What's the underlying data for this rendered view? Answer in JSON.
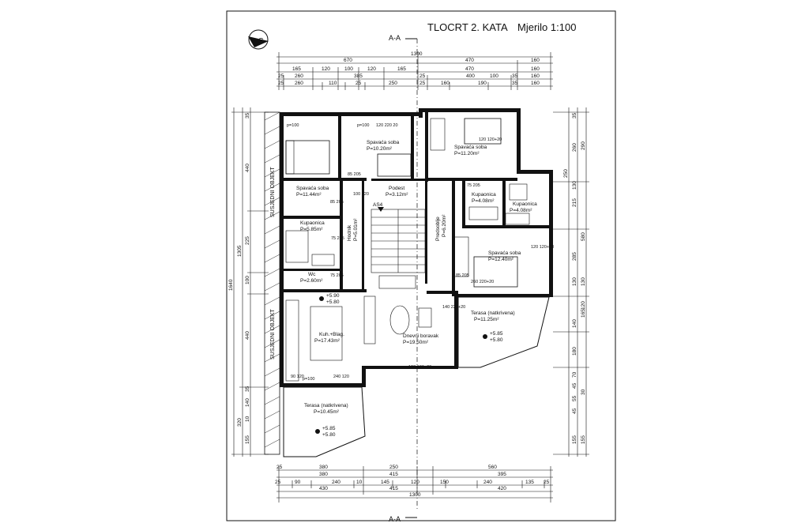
{
  "title": "TLOCRT 2. KATA",
  "scale": "Mjerilo 1:100",
  "section_top": "A-A",
  "section_bottom": "A-A",
  "north_symbol": "S",
  "top_dims": {
    "total": "1300",
    "row1": [
      "670",
      "470",
      "160"
    ],
    "row2": [
      "165",
      "120",
      "100",
      "120",
      "165",
      "470",
      "160"
    ],
    "row3": [
      "25",
      "260",
      "385",
      "25",
      "400",
      "35",
      "160"
    ],
    "row4": [
      "25",
      "260",
      "110",
      "25",
      "250",
      "25",
      "160",
      "190",
      "35",
      "160",
      "100"
    ]
  },
  "bottom_dims": {
    "row1": [
      "25",
      "380",
      "250",
      "560"
    ],
    "row2": [
      "380",
      "415",
      "395"
    ],
    "row3": [
      "25",
      "90",
      "240",
      "10",
      "145",
      "120",
      "150",
      "240",
      "135",
      "25"
    ],
    "row4": [
      "430",
      "415",
      "420"
    ],
    "total": "1300"
  },
  "left_dims": {
    "total": "1640",
    "col1": [
      "1305",
      "320"
    ],
    "col2": [
      "440",
      "225",
      "100",
      "440",
      "155"
    ],
    "col3": [
      "35",
      "140",
      "35",
      "10"
    ]
  },
  "right_dims": {
    "col1": [
      "250"
    ],
    "col2": [
      "290",
      "580",
      "130",
      "120",
      "165",
      "30",
      "155"
    ],
    "col3": [
      "35",
      "260",
      "130",
      "215",
      "285",
      "130",
      "140",
      "180",
      "70",
      "45",
      "55",
      "45",
      "155"
    ]
  },
  "side_labels": [
    "SUSJEDNI OBJEKT",
    "SUSJEDNI OBJEKT"
  ],
  "rooms": {
    "spavaca1": {
      "name": "Spavaća soba",
      "area": "P=11.44m²"
    },
    "spavaca2": {
      "name": "Spavaća soba",
      "area": "P=10.20m²"
    },
    "spavaca3": {
      "name": "Spavaća soba",
      "area": "P=11.20m²"
    },
    "spavaca4": {
      "name": "Spavaća soba",
      "area": "P=12.40m²"
    },
    "kupaonica1": {
      "name": "Kupaonica",
      "area": "P=5.85m²"
    },
    "kupaonica2": {
      "name": "Kupaonica",
      "area": "P=4.08m²"
    },
    "kupaonica3": {
      "name": "Kupaonica",
      "area": "P=4.08m²"
    },
    "wc": {
      "name": "Wc",
      "area": "P=2.60m²"
    },
    "podest": {
      "name": "Podest",
      "area": "P=3.12m²"
    },
    "hodnik": {
      "name": "Hodnik",
      "area": "P=5.01m²"
    },
    "predsoblje": {
      "name": "Predsoblje",
      "area": "P=6.20m²"
    },
    "kuhinja": {
      "name": "Kuh.+Blag.",
      "area": "P=17.43m²"
    },
    "dnevni": {
      "name": "Dnevni boravak",
      "area": "P=19.50m²"
    },
    "terasa_r": {
      "name": "Terasa (natkrivena)",
      "area": "P=11.25m²"
    },
    "terasa_l": {
      "name": "Terasa (natkrivena)",
      "area": "P=10.45m²"
    }
  },
  "levels": {
    "kitchen": [
      "+5.90",
      "+5.80"
    ],
    "terrace_r": [
      "+5.85",
      "+5.80"
    ],
    "terrace_l": [
      "+5.85",
      "+5.80"
    ]
  },
  "stair_label": "AS4",
  "openings": [
    "p=100",
    "p=100",
    "120 220 20",
    "120 120+20",
    "85 205",
    "100 220",
    "85 205",
    "75 205",
    "75 205",
    "75 205",
    "120 120+20",
    "85 205",
    "260 220+20",
    "140 220+20",
    "120 180+20",
    "90 120",
    "240 120",
    "p=100"
  ]
}
